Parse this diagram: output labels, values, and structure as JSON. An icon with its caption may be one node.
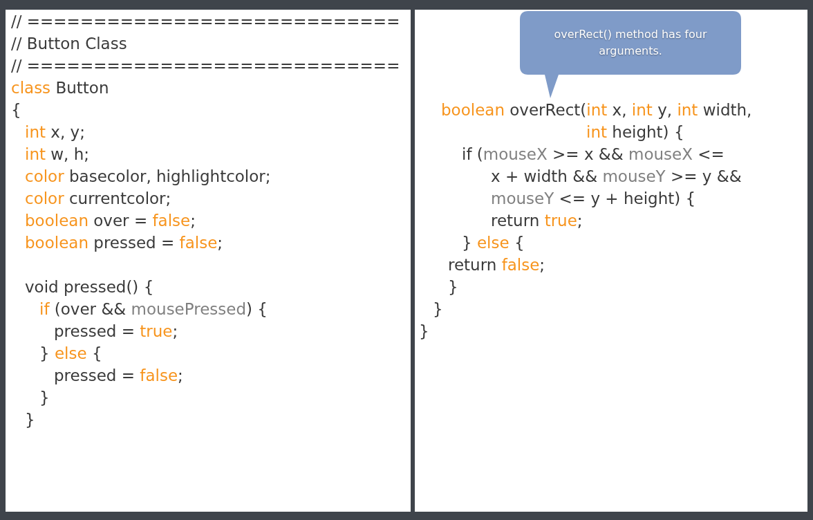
{
  "diagram": {
    "nodes": [
      {
        "text": [
          "// ============================",
          "// Button Class",
          "// ============================",
          "class Button",
          "{",
          "int x, y;",
          "int w, h;",
          "color basecolor, highlightcolor;",
          "color currentcolor;",
          "boolean over = false;",
          "boolean pressed = false;",
          "void pressed() {",
          "if (over && mousePressed) {",
          "pressed = true;",
          "} else {",
          "pressed = false;",
          "}",
          "}"
        ]
      },
      {
        "text": [
          "boolean overRect(int x, int y, int width,",
          "int height) {",
          "if (mouseX >= x && mouseX <=",
          "x + width && mouseY >= y &&",
          "mouseY <= y + height) {",
          "return true;",
          "} else {",
          "return false;",
          "}",
          "}",
          "}"
        ]
      },
      {
        "text": [
          "overRect() method has four arguments."
        ],
        "in": 1
      }
    ]
  }
}
